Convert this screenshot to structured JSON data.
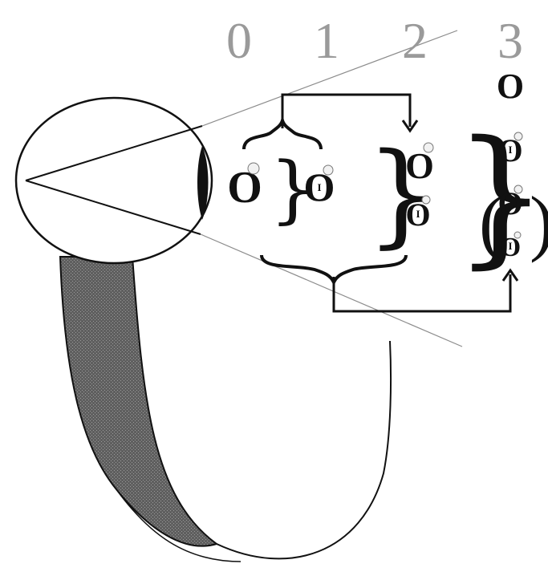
{
  "stages": [
    "0",
    "1",
    "2",
    "3"
  ],
  "node_labels": {
    "zero": "O",
    "one": "I"
  },
  "colors": {
    "stage_numbers": "#9a9a9a",
    "ink": "#111111",
    "tail_fill": "#5f5f5f",
    "background": "#ffffff"
  }
}
